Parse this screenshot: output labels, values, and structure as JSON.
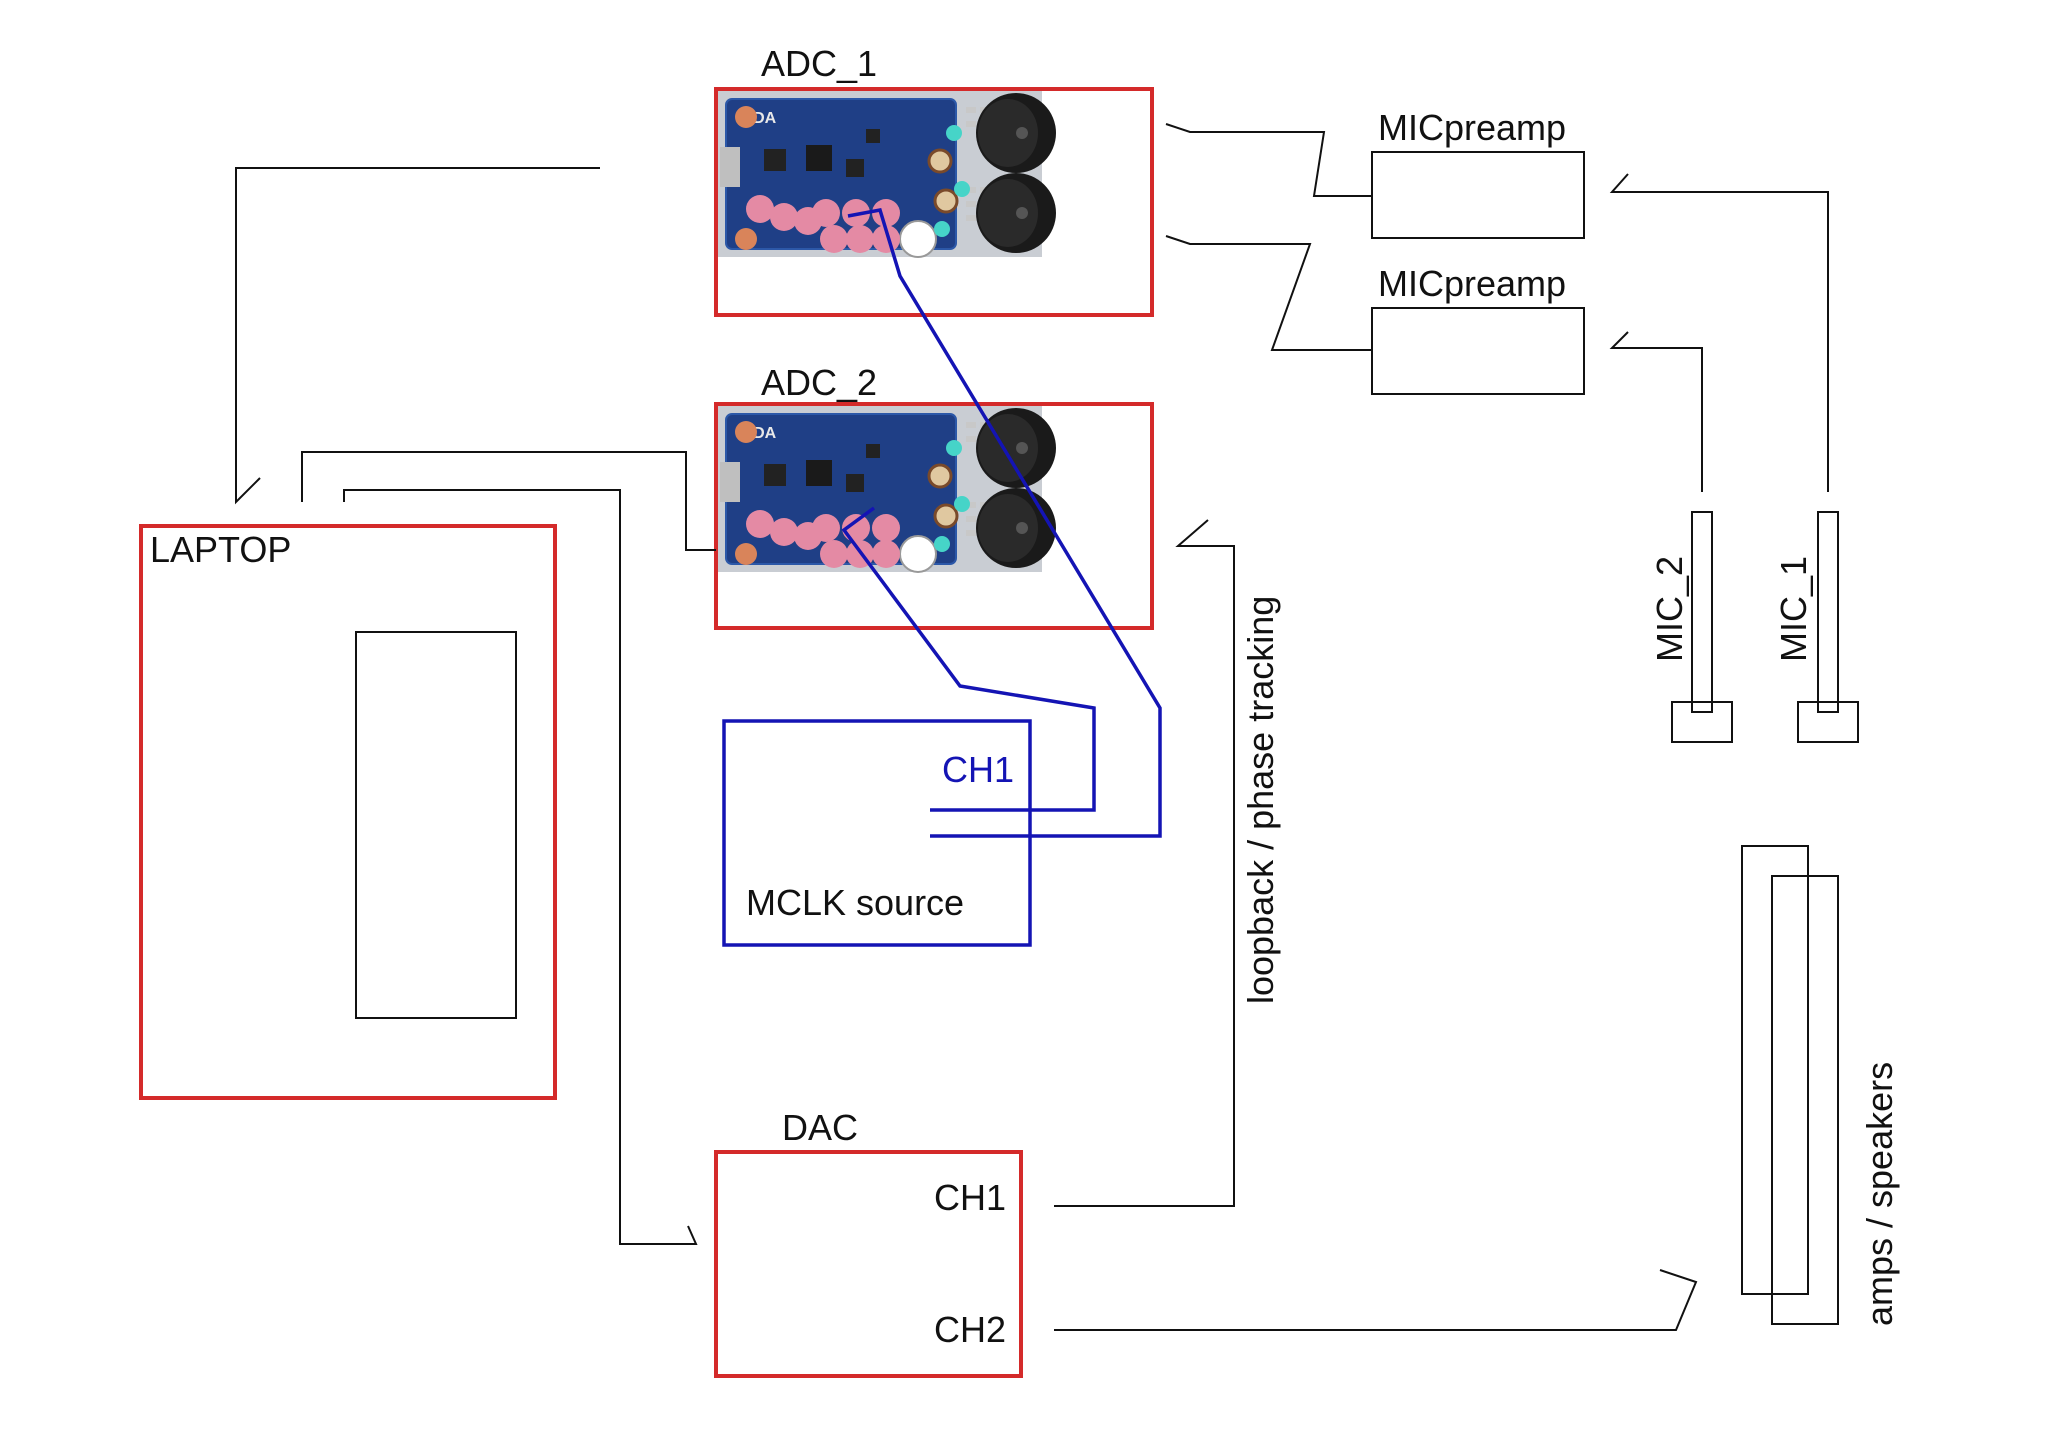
{
  "labels": {
    "adc1": "ADC_1",
    "adc2": "ADC_2",
    "micpreamp1": "MICpreamp",
    "micpreamp2": "MICpreamp",
    "laptop": "LAPTOP",
    "mclk_ch1": "CH1",
    "mclk_source": "MCLK source",
    "dac": "DAC",
    "dac_ch1": "CH1",
    "dac_ch2": "CH2",
    "loopback": "loopback / phase tracking",
    "mic2": "MIC_2",
    "mic1": "MIC_1",
    "amps": "amps / speakers"
  },
  "colors": {
    "red_box": "#d42a2a",
    "blue_clock": "#1414b4",
    "wire": "#111111",
    "pcb_blue": "#1f3f86",
    "xlr_black": "#1a1a1a",
    "cap_pink": "#e48aa4"
  },
  "icons": {
    "adc_board": "pcb-board-icon"
  }
}
